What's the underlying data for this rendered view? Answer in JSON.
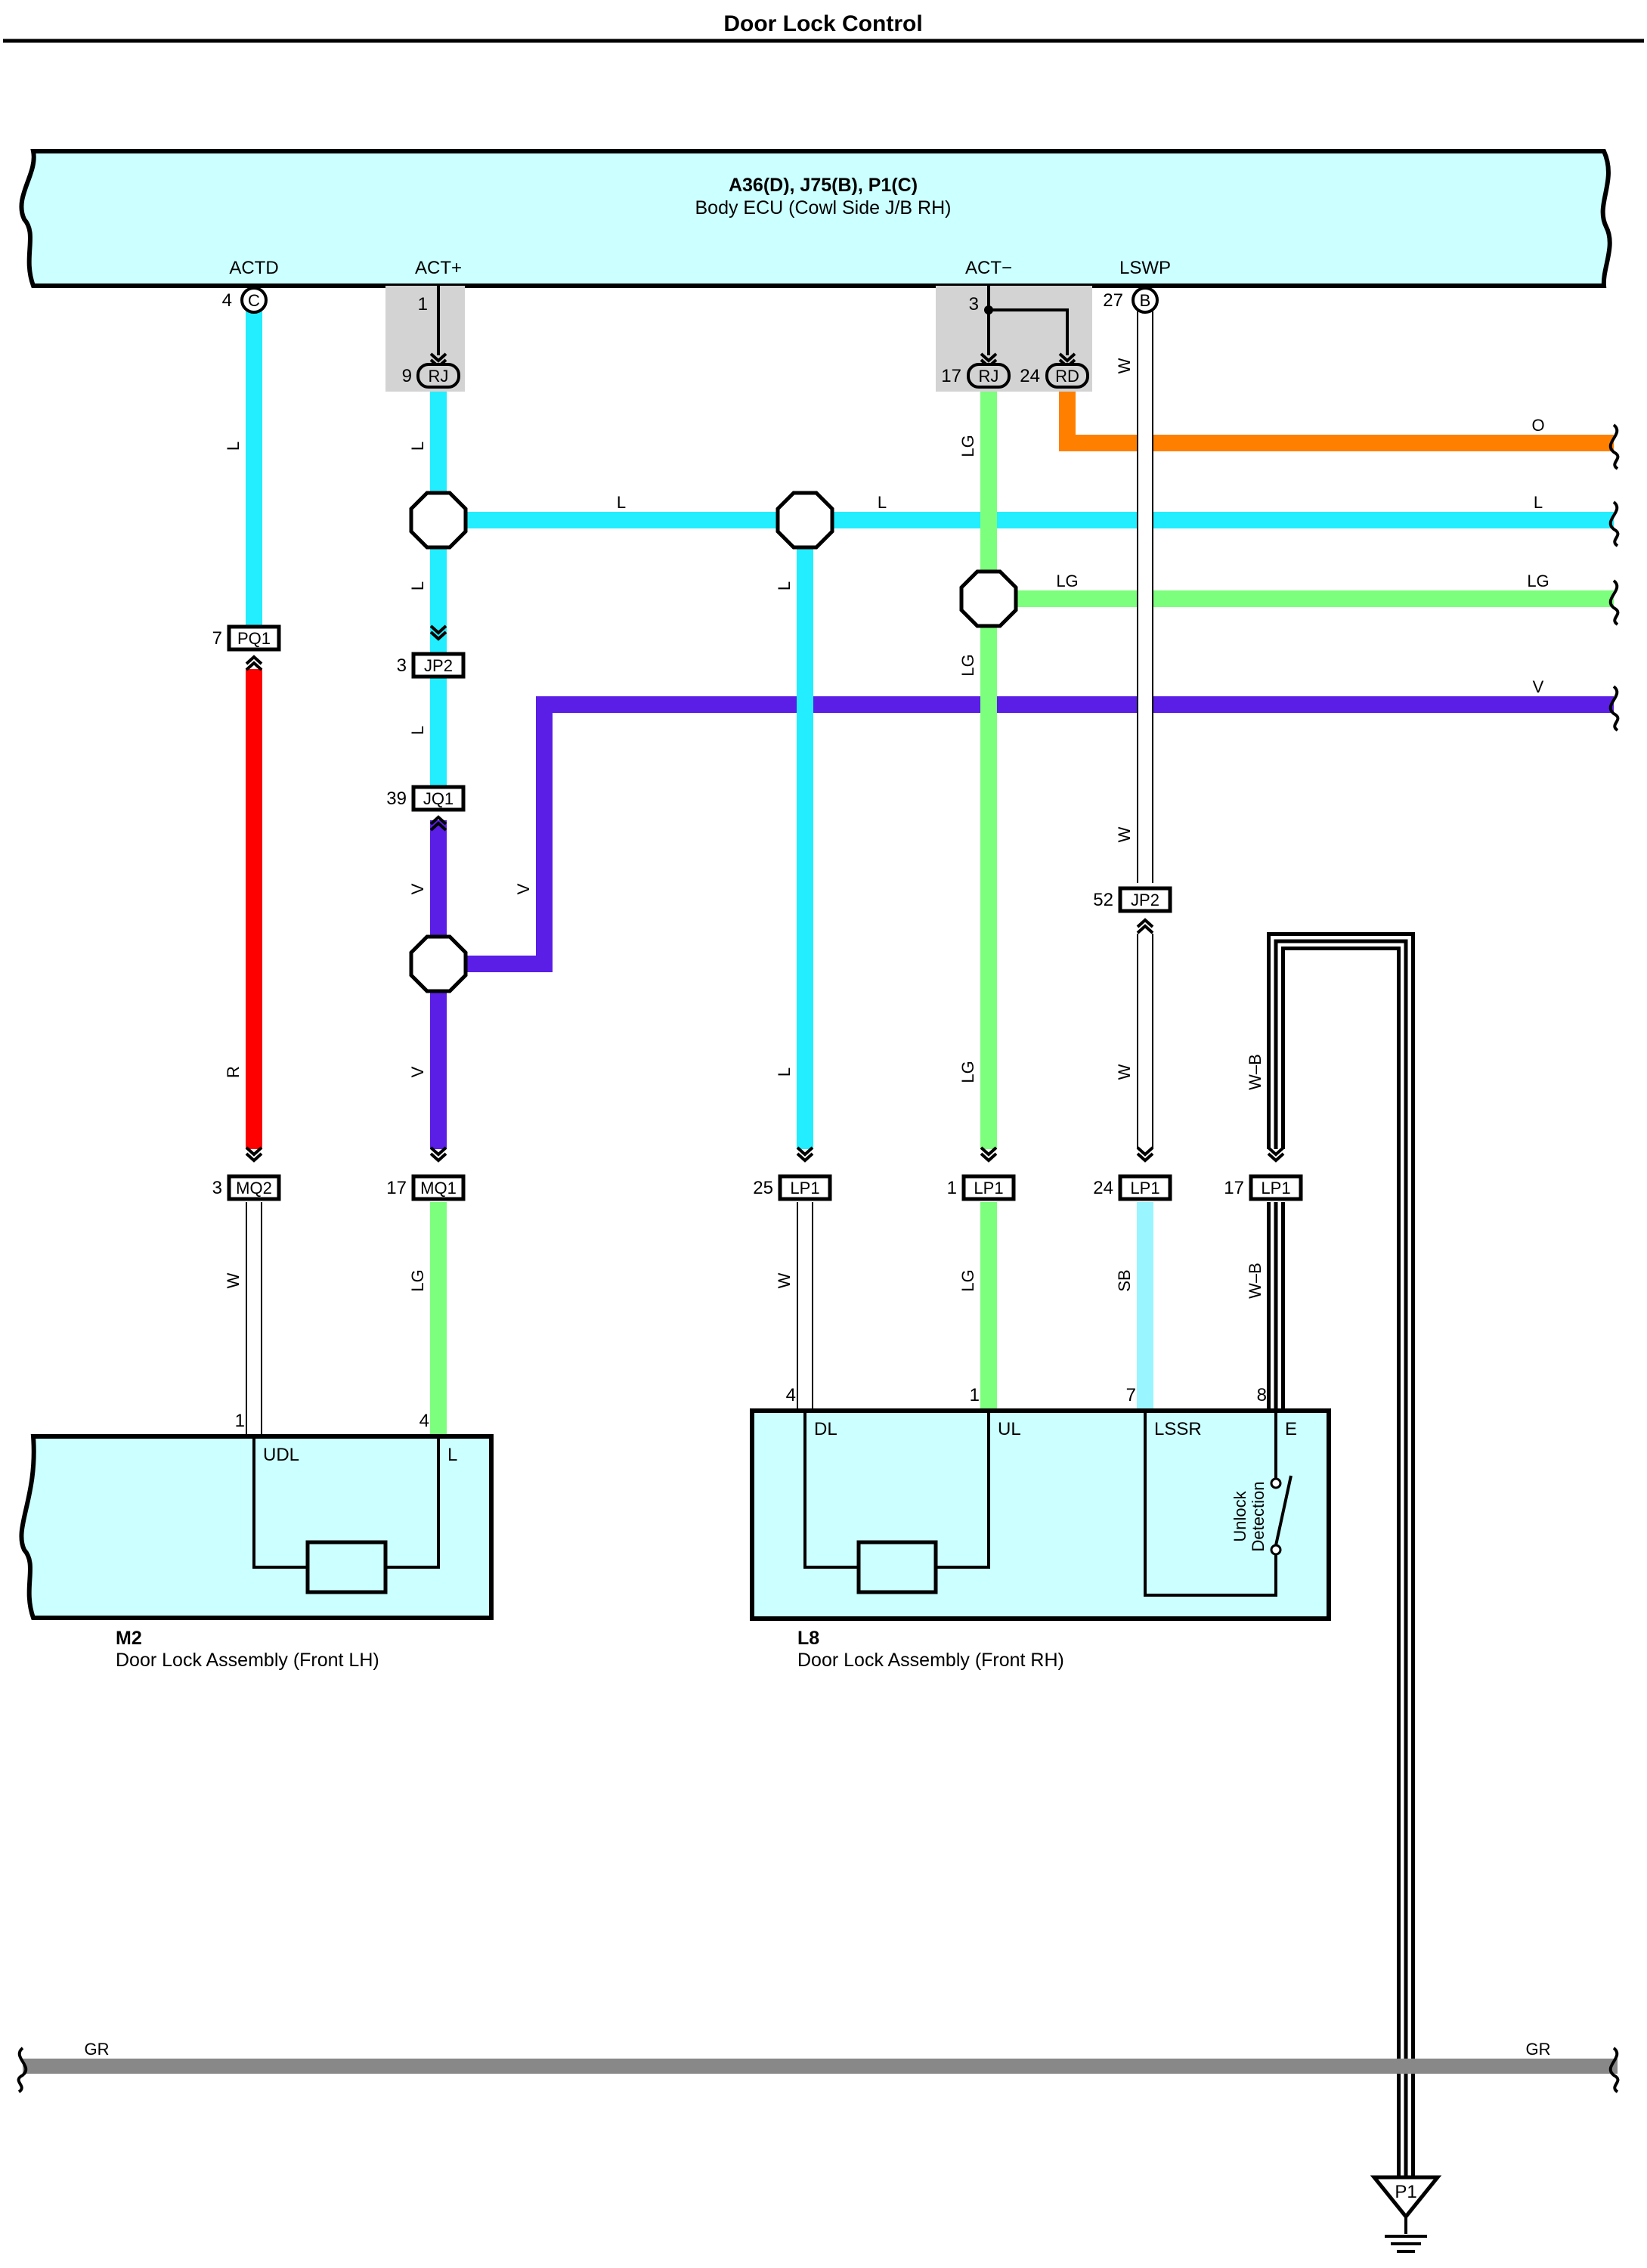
{
  "title": "Door Lock Control",
  "colors": {
    "ecu_fill": "#ccffff",
    "L": "#22eeff",
    "LG": "#7cff7c",
    "V": "#5a1ee6",
    "R": "#ff0000",
    "O": "#ff8000",
    "SB": "#99f5ff",
    "W": "#ffffff",
    "GR": "#888888",
    "junction_fill": "#d3d3d3"
  },
  "ecu": {
    "id": "A36(D), J75(B), P1(C)",
    "name": "Body ECU (Cowl Side J/B RH)",
    "pins": {
      "actd": {
        "name": "ACTD",
        "num": "4",
        "conn": "C"
      },
      "act_plus": {
        "name": "ACT+",
        "num": "1"
      },
      "act_minus": {
        "name": "ACT−",
        "num": "3"
      },
      "lswp": {
        "name": "LSWP",
        "num": "27",
        "conn": "B"
      }
    }
  },
  "junctions": {
    "rj_left": {
      "num": "9",
      "label": "RJ"
    },
    "rj_right": {
      "num": "17",
      "label": "RJ"
    },
    "rd": {
      "num": "24",
      "label": "RD"
    }
  },
  "connectors": {
    "pq1": {
      "num": "7",
      "label": "PQ1"
    },
    "jp2_left": {
      "num": "3",
      "label": "JP2"
    },
    "jq1": {
      "num": "39",
      "label": "JQ1"
    },
    "jp2_right": {
      "num": "52",
      "label": "JP2"
    },
    "mq2": {
      "num": "3",
      "label": "MQ2"
    },
    "mq1": {
      "num": "17",
      "label": "MQ1"
    },
    "lp1_a": {
      "num": "25",
      "label": "LP1"
    },
    "lp1_b": {
      "num": "1",
      "label": "LP1"
    },
    "lp1_c": {
      "num": "24",
      "label": "LP1"
    },
    "lp1_d": {
      "num": "17",
      "label": "LP1"
    }
  },
  "wire_labels": {
    "o": "O",
    "l": "L",
    "lg": "LG",
    "v": "V",
    "r": "R",
    "w": "W",
    "sb": "SB",
    "wb": "W–B",
    "gr": "GR"
  },
  "m2": {
    "id": "M2",
    "name": "Door Lock Assembly (Front LH)",
    "pins": {
      "udl": {
        "num": "1",
        "name": "UDL"
      },
      "l": {
        "num": "4",
        "name": "L"
      }
    }
  },
  "l8": {
    "id": "L8",
    "name": "Door Lock Assembly (Front RH)",
    "pins": {
      "dl": {
        "num": "4",
        "name": "DL"
      },
      "ul": {
        "num": "1",
        "name": "UL"
      },
      "lssr": {
        "num": "7",
        "name": "LSSR"
      },
      "e": {
        "num": "8",
        "name": "E"
      }
    },
    "switch_label_1": "Unlock",
    "switch_label_2": "Detection"
  },
  "ground": {
    "label": "P1"
  }
}
